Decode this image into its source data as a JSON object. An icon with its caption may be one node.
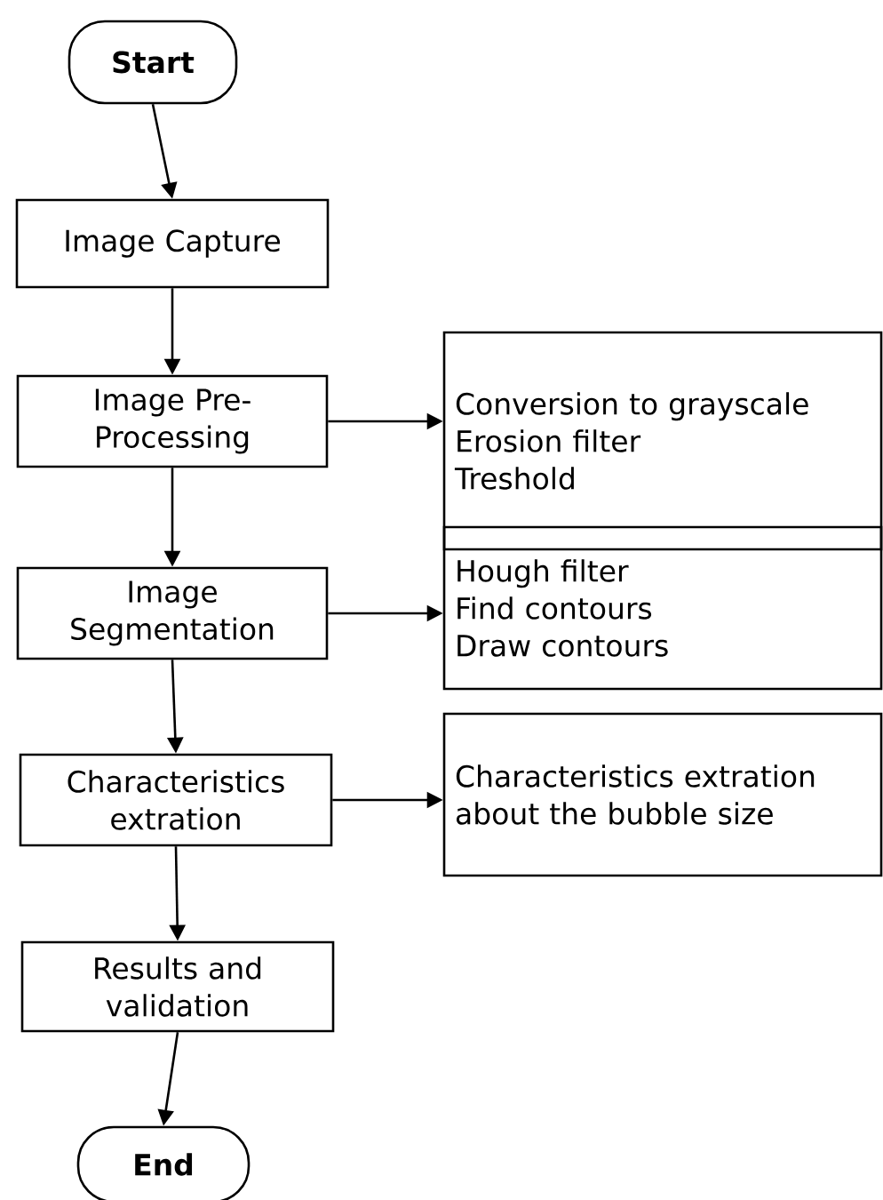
{
  "diagram": {
    "nodes": [
      {
        "text": [
          "Start"
        ]
      },
      {
        "text": [
          "Image Capture"
        ]
      },
      {
        "text": [
          "Image Pre-Processing"
        ]
      },
      {
        "text": [
          "Conversion to grayscale",
          "Erosion filter",
          "Treshold"
        ]
      },
      {
        "text": [
          "Image Segmentation"
        ]
      },
      {
        "text": [
          "Hough filter",
          "Find contours",
          "Draw contours"
        ]
      },
      {
        "text": [
          "Characteristics extration"
        ]
      },
      {
        "text": [
          "Characteristics extration about the bubble size"
        ]
      },
      {
        "text": [
          "Results and validation"
        ]
      },
      {
        "text": [
          "End"
        ]
      }
    ],
    "edges": [
      {
        "from": 0,
        "to": 1,
        "arrow": "to"
      },
      {
        "from": 1,
        "to": 2,
        "arrow": "to"
      },
      {
        "from": 2,
        "to": 3,
        "arrow": "to"
      },
      {
        "from": 2,
        "to": 4,
        "arrow": "to"
      },
      {
        "from": 4,
        "to": 5,
        "arrow": "to"
      },
      {
        "from": 4,
        "to": 6,
        "arrow": "to"
      },
      {
        "from": 6,
        "to": 7,
        "arrow": "to"
      },
      {
        "from": 6,
        "to": 8,
        "arrow": "to"
      },
      {
        "from": 8,
        "to": 9,
        "arrow": "to"
      }
    ]
  }
}
